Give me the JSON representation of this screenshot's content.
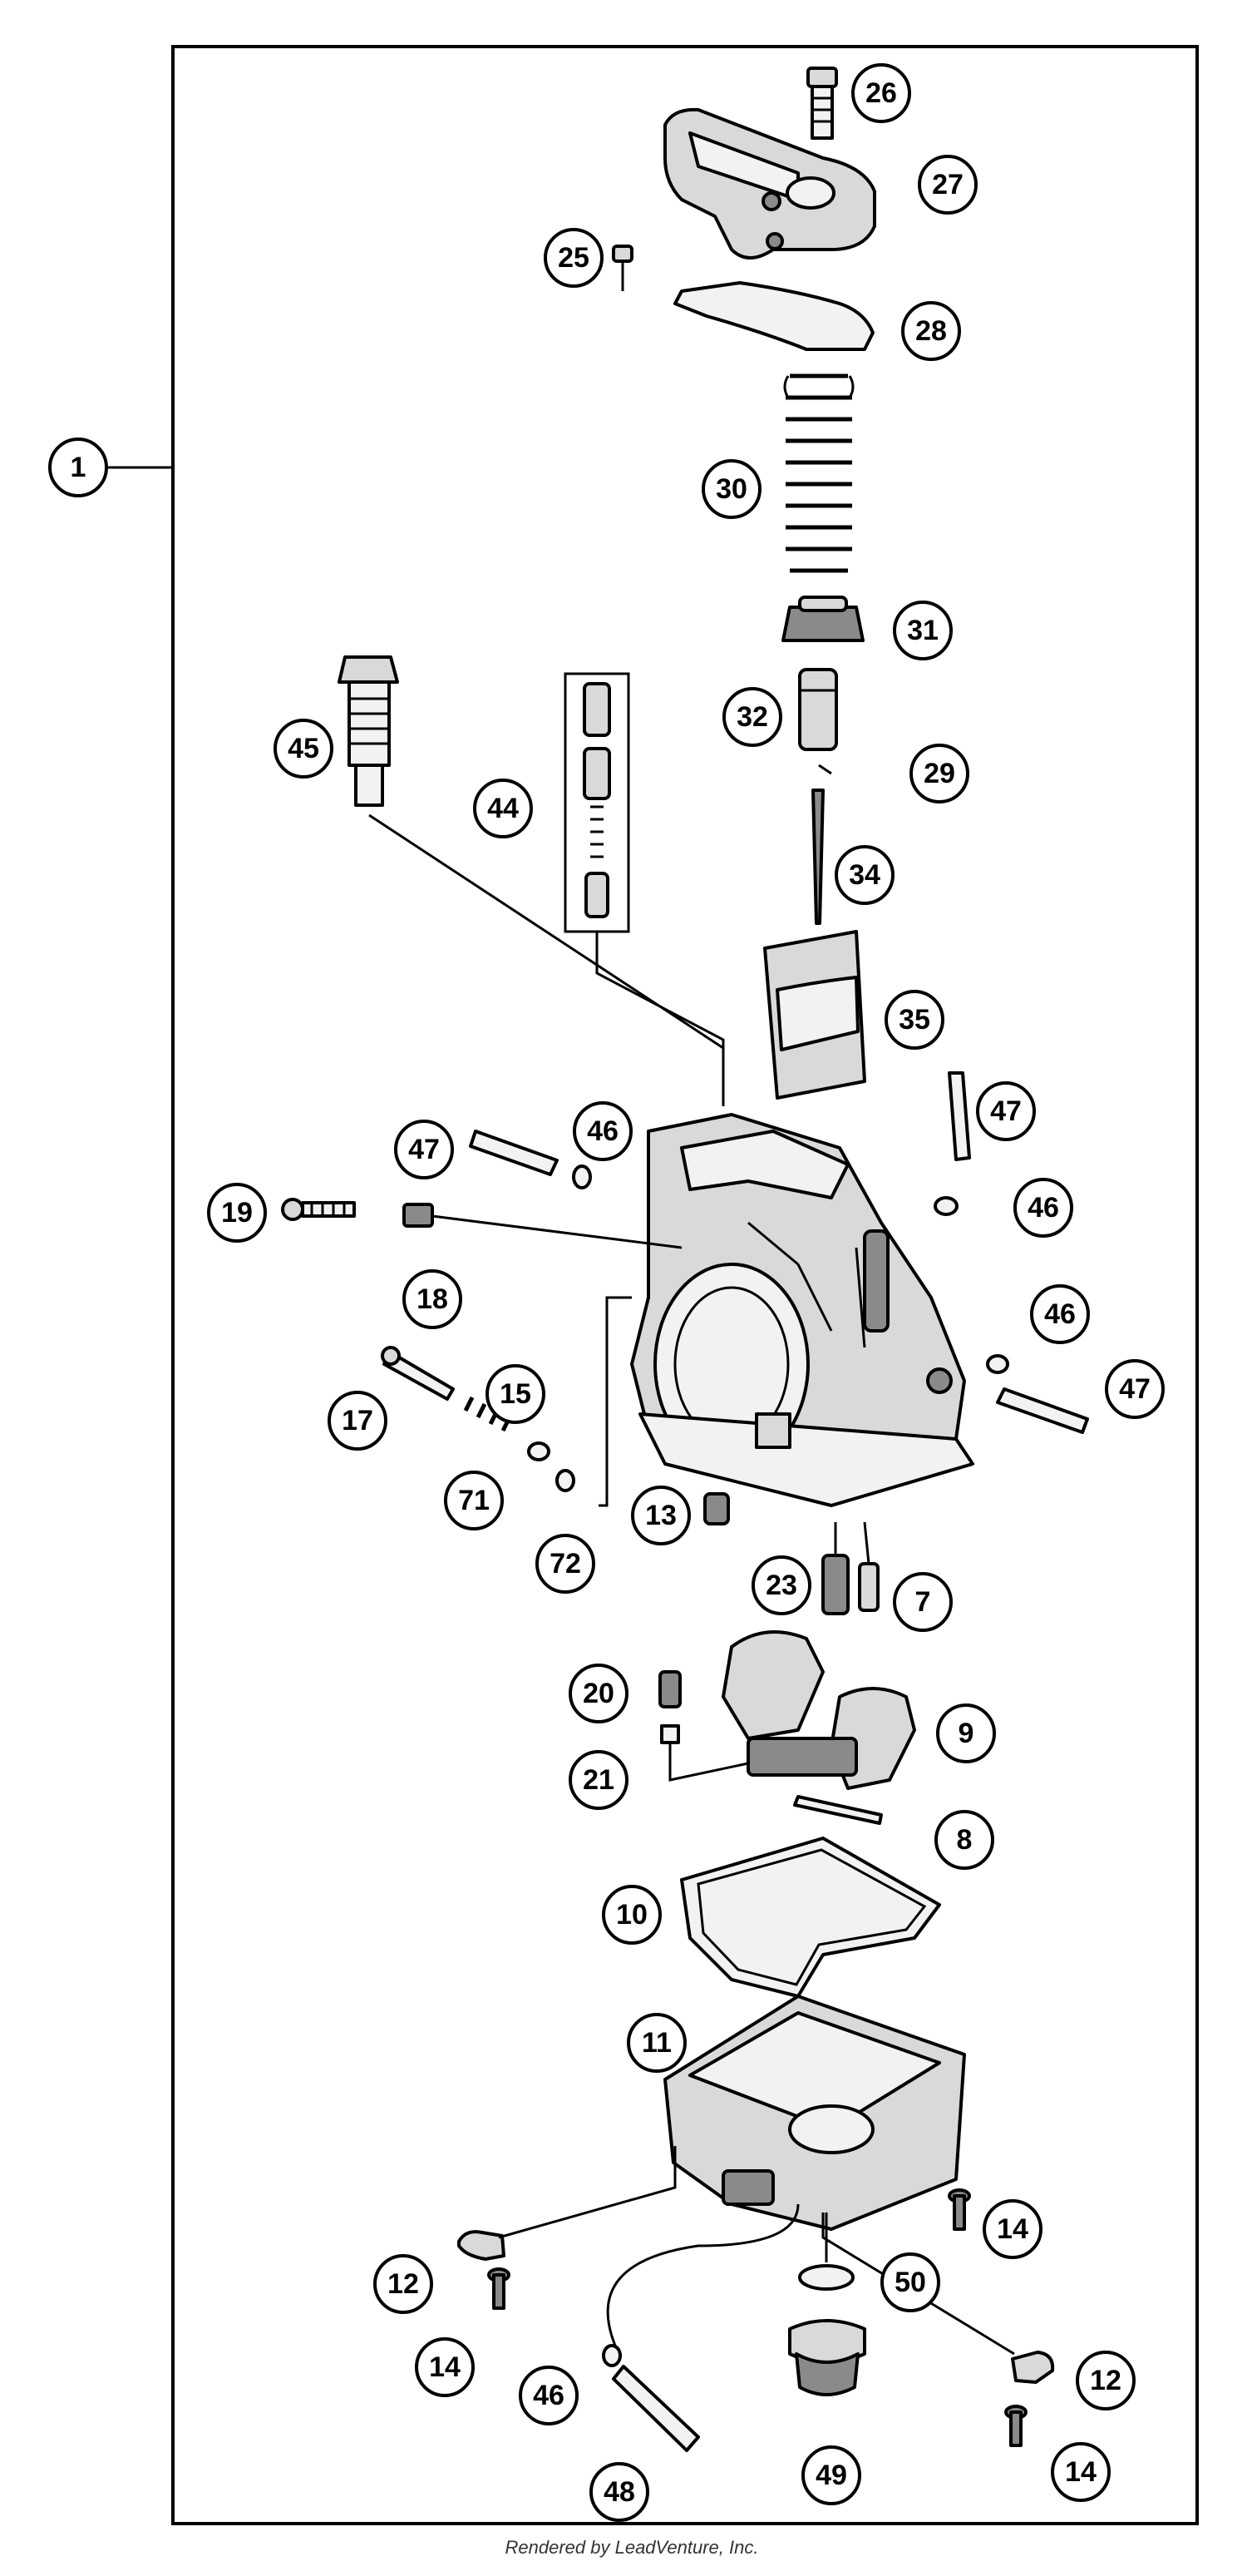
{
  "assembly_label": "1",
  "callouts": [
    "26",
    "27",
    "25",
    "28",
    "30",
    "31",
    "32",
    "29",
    "45",
    "44",
    "34",
    "35",
    "47",
    "46",
    "19",
    "18",
    "47",
    "46",
    "46",
    "47",
    "17",
    "15",
    "71",
    "72",
    "13",
    "23",
    "7",
    "20",
    "9",
    "21",
    "8",
    "10",
    "11",
    "14",
    "12",
    "50",
    "14",
    "46",
    "12",
    "14",
    "48",
    "49"
  ],
  "footer": "Rendered by LeadVenture, Inc."
}
